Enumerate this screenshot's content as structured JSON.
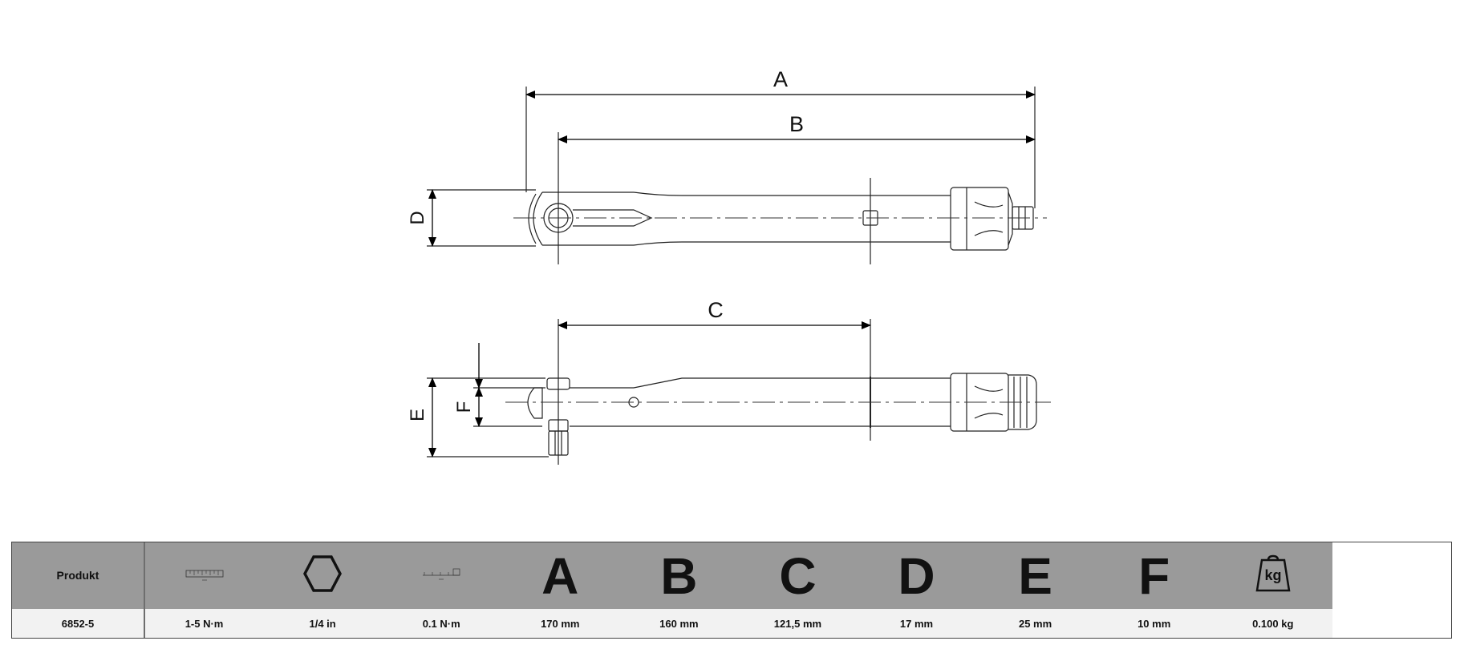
{
  "drawing": {
    "dimension_labels": {
      "A": "A",
      "B": "B",
      "C": "C",
      "D": "D",
      "E": "E",
      "F": "F"
    }
  },
  "table": {
    "header": {
      "product": "Produkt",
      "icons": [
        "torque-range-scale-icon",
        "hex-drive-icon",
        "graduation-scale-icon"
      ],
      "letters": [
        "A",
        "B",
        "C",
        "D",
        "E",
        "F"
      ],
      "weight_icon_text": "kg"
    },
    "row": {
      "product": "6852-5",
      "torque_range": "1-5 N·m",
      "drive": "1/4 in",
      "graduation": "0.1 N·m",
      "A": "170 mm",
      "B": "160 mm",
      "C": "121,5 mm",
      "D": "17 mm",
      "E": "25 mm",
      "F": "10 mm",
      "weight": "0.100 kg"
    }
  }
}
